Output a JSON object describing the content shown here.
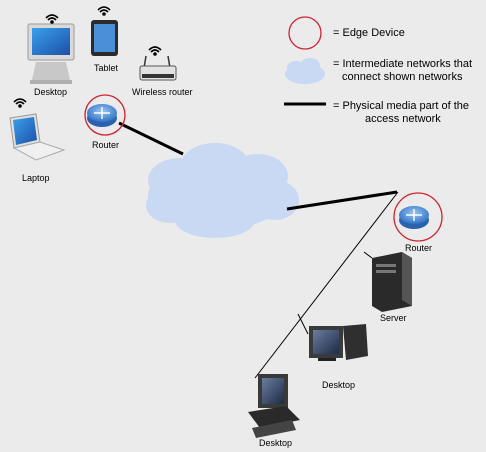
{
  "labels": {
    "desktop_top": "Desktop",
    "tablet": "Tablet",
    "wireless_router": "Wireless router",
    "router_left": "Router",
    "laptop": "Laptop",
    "router_right": "Router",
    "server": "Server",
    "desktop_mid": "Desktop",
    "desktop_bottom": "Desktop"
  },
  "legend": {
    "edge_device": "= Edge Device",
    "intermediate_line1": "= Intermediate networks that",
    "intermediate_line2": "connect shown networks",
    "physical_line1": "= Physical media part of the",
    "physical_line2": "access network"
  },
  "icons": {
    "desktop_top": "desktop-computer-icon",
    "tablet": "tablet-icon",
    "wireless_router": "wireless-router-icon",
    "router": "router-icon",
    "laptop": "laptop-icon",
    "server": "server-tower-icon",
    "desktop_workstation": "desktop-workstation-icon",
    "wifi": "wifi-icon",
    "cloud": "cloud-icon"
  },
  "colors": {
    "background": "#ebebeb",
    "edge_circle": "#d32030",
    "cloud": "#c9d9f3",
    "router_blue": "#3f86d8",
    "link": "#000000"
  }
}
